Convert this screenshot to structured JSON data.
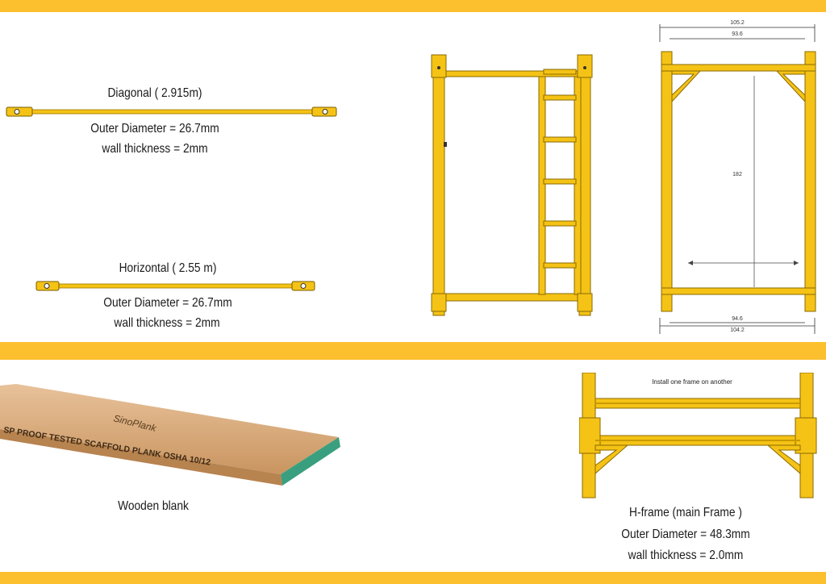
{
  "colors": {
    "accent_band": "#fcc02e",
    "steel_yellow": "#f5c316",
    "steel_dark": "#7a5c00",
    "plank_wood": "#d9a875",
    "plank_edge": "#3a9f7e"
  },
  "diagonal": {
    "title": "Diagonal ( 2.915m)",
    "outer_diameter": "Outer Diameter = 26.7mm",
    "wall_thickness": "wall thickness = 2mm"
  },
  "horizontal": {
    "title": "Horizontal ( 2.55 m)",
    "outer_diameter": "Outer Diameter = 26.7mm",
    "wall_thickness": "wall thickness = 2mm"
  },
  "frame_drawing": {
    "top_outer": "105.2",
    "top_inner": "93.6",
    "height": "182",
    "bottom_inner": "94.6",
    "bottom_outer": "104.2"
  },
  "plank": {
    "brand": "SinoPlank",
    "stamp": "SP PROOF TESTED SCAFFOLD PLANK OSHA 10/12",
    "caption": "Wooden blank"
  },
  "hframe": {
    "note": "Install one frame on another",
    "title": "H-frame (main Frame )",
    "outer_diameter": "Outer Diameter = 48.3mm",
    "wall_thickness": "wall thickness = 2.0mm"
  }
}
